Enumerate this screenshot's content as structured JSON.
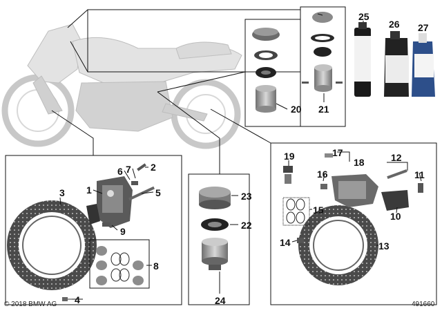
{
  "copyright": "© 2018 BMW AG",
  "diagram_id": "491660",
  "callouts": {
    "c1": "1",
    "c2": "2",
    "c3": "3",
    "c4": "4",
    "c5": "5",
    "c6": "6",
    "c7": "7",
    "c8": "8",
    "c9": "9",
    "c10": "10",
    "c11": "11",
    "c12": "12",
    "c13": "13",
    "c14": "14",
    "c15": "15",
    "c16": "16",
    "c17": "17",
    "c18": "18",
    "c19": "19",
    "c20": "20",
    "c21": "21",
    "c22": "22",
    "c23": "23",
    "c24": "24",
    "c25": "25",
    "c26": "26",
    "c27": "27"
  },
  "colors": {
    "line": "#111111",
    "part_dark": "#3a3a3a",
    "part_mid": "#8c8c8c",
    "part_light": "#cfcfcf",
    "bike": "#d9d9d9",
    "fluid_blue": "#2d4f8a"
  }
}
